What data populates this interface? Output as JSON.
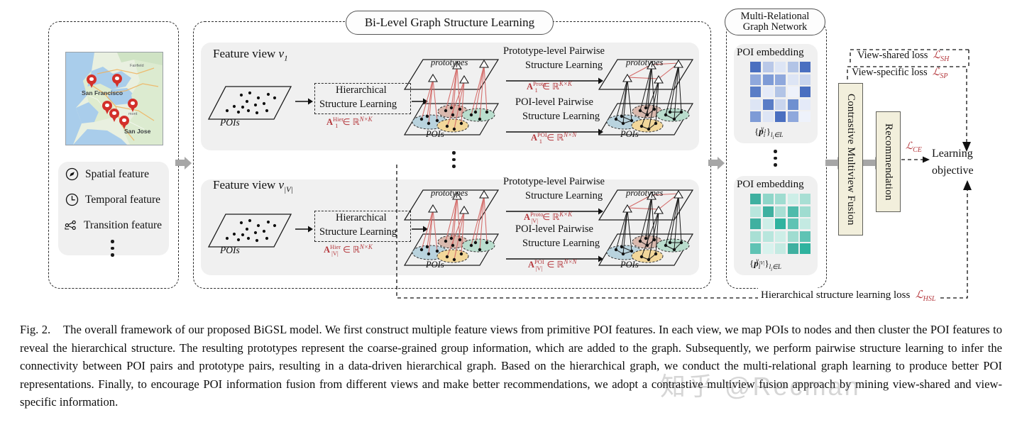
{
  "figure": {
    "header_pills": {
      "bigsl": "Bi-Level Graph Structure Learning",
      "mrgn_line1": "Multi-Relational",
      "mrgn_line2": "Graph Network"
    },
    "input_panel": {
      "map": {
        "labels": [
          "San Francisco",
          "San Jose"
        ],
        "small_labels": [
          "Fairfield",
          "mont"
        ],
        "pin_count": 6
      },
      "legend": [
        {
          "icon": "compass-icon",
          "label": "Spatial feature"
        },
        {
          "icon": "clock-icon",
          "label": "Temporal feature"
        },
        {
          "icon": "transition-icon",
          "label": "Transition feature"
        }
      ],
      "ellipsis": "⋮"
    },
    "views": [
      {
        "title": "Feature view",
        "title_sub": "v₁",
        "poi_plane_label": "POIs",
        "hsl_line1": "Hierarchical",
        "hsl_line2": "Structure Learning",
        "hsl_matrix": "A₁^Hier ∈ ℝ^{N×K}",
        "proto_plane_label": "prototypes",
        "proto_pairwise_line1": "Prototype-level Pairwise",
        "proto_pairwise_line2": "Structure Learning",
        "proto_matrix": "A₁^Proto ∈ ℝ^{K×K}",
        "poi_pairwise_line1": "POI-level Pairwise",
        "poi_pairwise_line2": "Structure Learning",
        "poi_matrix": "A₁^POI ∈ ℝ^{N×N}"
      },
      {
        "title": "Feature view",
        "title_sub": "v_{|V|}",
        "poi_plane_label": "POIs",
        "hsl_line1": "Hierarchical",
        "hsl_line2": "Structure Learning",
        "hsl_matrix": "A_{|V|}^Hier ∈ ℝ^{N×K}",
        "proto_plane_label": "prototypes",
        "proto_pairwise_line1": "Prototype-level Pairwise",
        "proto_pairwise_line2": "Structure Learning",
        "proto_matrix": "A_{|V|}^Proto ∈ ℝ^{K×K}",
        "poi_pairwise_line1": "POI-level Pairwise",
        "poi_pairwise_line2": "Structure Learning",
        "poi_matrix": "A_{|V|}^POI ∈ ℝ^{N×N}"
      }
    ],
    "embeddings": [
      {
        "title": "POI embedding",
        "notation": "{p_i^{v₁}}_{l_i∈L}",
        "color": "#4a6fc0"
      },
      {
        "title": "POI embedding",
        "notation": "{p_i^{v_{|V|}}}_{l_i∈L}",
        "color": "#3fb0a0"
      }
    ],
    "modules": {
      "fusion": "Contrastive Multiview Fusion",
      "recommendation": "Recommendation"
    },
    "losses": {
      "view_shared": "View-shared loss",
      "view_shared_sym": "ℒ_SH",
      "view_specific": "View-specific loss",
      "view_specific_sym": "ℒ_SP",
      "ce_sym": "ℒ_CE",
      "hsl": "Hierarchical structure learning loss",
      "hsl_sym": "ℒ_HSL"
    },
    "objective_line1": "Learning",
    "objective_line2": "objective",
    "cluster_colors": [
      "#b9d3de",
      "#d9b9ae",
      "#f2d79a",
      "#b9ddcd"
    ]
  },
  "caption": {
    "number": "Fig. 2.",
    "text": "The overall framework of our proposed BiGSL model. We first construct multiple feature views from primitive POI features. In each view, we map POIs to nodes and then cluster the POI features to reveal the hierarchical structure. The resulting prototypes represent the coarse-grained group information, which are added to the graph. Subsequently, we perform pairwise structure learning to infer the connectivity between POI pairs and prototype pairs, resulting in a data-driven hierarchical graph. Based on the hierarchical graph, we conduct the multi-relational graph learning to produce better POI representations. Finally, to encourage POI information fusion from different views and make better recommendations, we adopt a contrastive multiview fusion approach by mining view-shared and view-specific information."
  },
  "watermark": "知乎 @Recman"
}
